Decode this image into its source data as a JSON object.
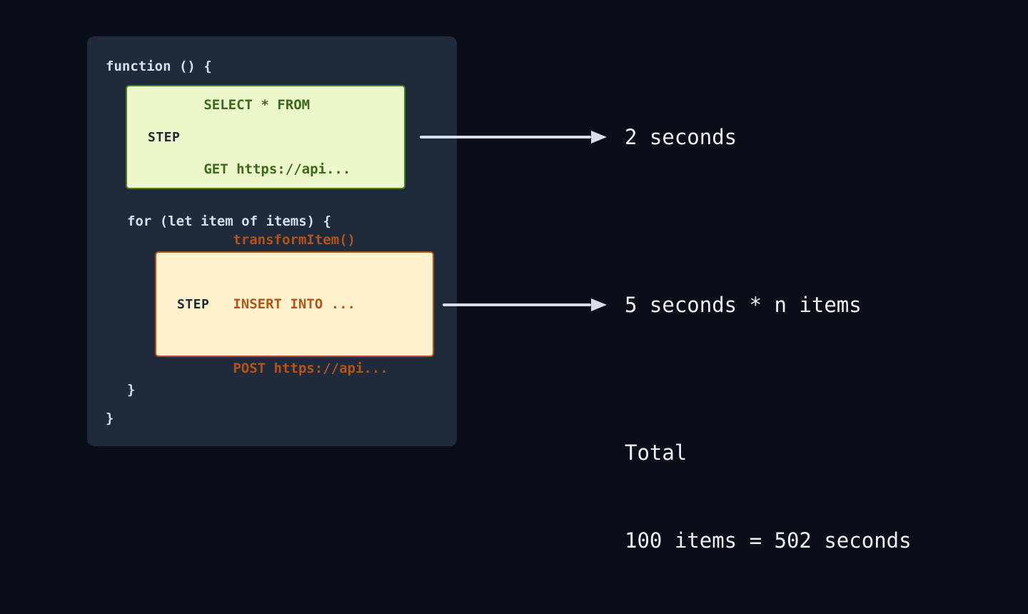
{
  "colors": {
    "background": "#0a0e18",
    "panel": "#1f2a3a",
    "code_text": "#d7dfee",
    "step_label": "#1d2838",
    "step1_fill": "#ecf8ca",
    "step1_border": "#4e7d1c",
    "step1_text": "#3c6a1c",
    "step2_fill": "#fdf2cb",
    "step2_border": "#b3521c",
    "step2_text": "#b5541a",
    "arrow": "#d9dde8",
    "annotation_text": "#f0f2f7"
  },
  "code": {
    "function_open": "function () {",
    "for_open": "for (let item of items) {",
    "for_close": "}",
    "function_close": "}"
  },
  "step1": {
    "label": "STEP",
    "lines": [
      "SELECT * FROM",
      "GET https://api..."
    ],
    "annotation": "2 seconds"
  },
  "step2": {
    "label": "STEP",
    "lines": [
      "transformItem()",
      "INSERT INTO ...",
      "POST https://api..."
    ],
    "annotation": "5 seconds * n items"
  },
  "total": {
    "title": "Total",
    "calculation": "100 items = 502 seconds"
  }
}
